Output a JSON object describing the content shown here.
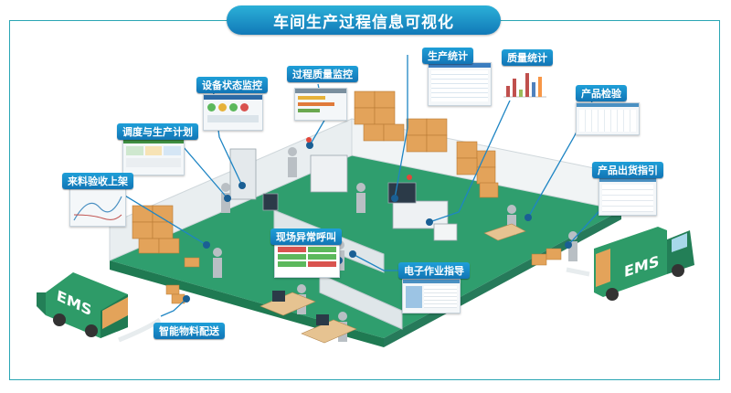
{
  "title": "车间生产过程信息可视化",
  "labels": {
    "equipment": "设备状态监控",
    "quality_process": "过程质量监控",
    "production_stats": "生产统计",
    "quality_stats": "质量统计",
    "inspection": "产品检验",
    "shipping": "产品出货指引",
    "scheduling": "调度与生产计划",
    "receiving": "来料验收上架",
    "andon": "现场异常呼叫",
    "work_instruction": "电子作业指导",
    "logistics": "智能物料配送"
  },
  "truck_left_text": "EMS",
  "truck_right_text": "EMS",
  "colors": {
    "floor": "#2f9e6e",
    "accent": "#1f9fd8",
    "frame": "#2aa6b4"
  }
}
